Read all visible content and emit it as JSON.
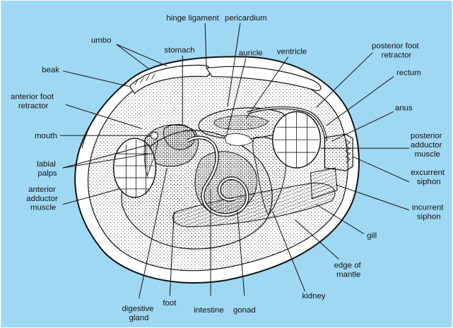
{
  "colors": {
    "background": "#9fd8f3",
    "outline": "#111111",
    "stipple": "#333333",
    "paper": "#ffffff"
  },
  "labels": {
    "umbo": "umbo",
    "hinge_ligament": "hinge ligament",
    "pericardium": "pericardium",
    "stomach": "stomach",
    "auricle": "auricle",
    "ventricle": "ventricle",
    "posterior_foot_retractor_1": "posterior foot",
    "posterior_foot_retractor_2": "retractor",
    "rectum": "rectum",
    "beak": "beak",
    "anterior_foot_retractor_1": "anterior foot",
    "anterior_foot_retractor_2": "retractor",
    "anus": "anus",
    "mouth": "mouth",
    "posterior_adductor_1": "posterior",
    "posterior_adductor_2": "adductor",
    "posterior_adductor_3": "muscle",
    "labial_palps_1": "labial",
    "labial_palps_2": "palps",
    "excurrent_siphon_1": "excurrent",
    "excurrent_siphon_2": "siphon",
    "anterior_adductor_1": "anterior",
    "anterior_adductor_2": "adductor",
    "anterior_adductor_3": "muscle",
    "incurrent_siphon_1": "incurrent",
    "incurrent_siphon_2": "siphon",
    "gill": "gill",
    "edge_of_mantle_1": "edge of",
    "edge_of_mantle_2": "mantle",
    "kidney": "kidney",
    "digestive_gland_1": "digestive",
    "digestive_gland_2": "gland",
    "foot": "foot",
    "intestine": "intestine",
    "gonad": "gonad"
  }
}
